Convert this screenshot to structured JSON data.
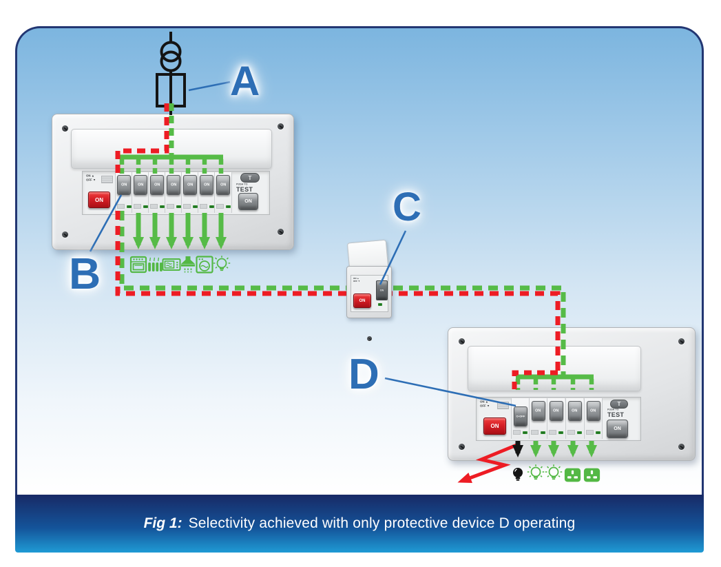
{
  "figure": {
    "caption_label": "Fig 1:",
    "caption_text": "Selectivity achieved with only protective device D operating"
  },
  "device_labels": {
    "a": "A",
    "b": "B",
    "c": "C",
    "d": "D"
  },
  "colors": {
    "circuit_green": "#56bb47",
    "fault_red": "#ed1c24",
    "device_label_blue": "#2d6eb5",
    "caption_bar_top": "#182a66",
    "caption_bar_bottom": "#1f9bd5",
    "sky_card_blue": "#7cb5df"
  },
  "unit_b": {
    "switch_up_label": "ON ▲",
    "switch_down_label": "OFF ▼",
    "main_switch": "ON",
    "breakers": [
      "ON",
      "ON",
      "ON",
      "ON",
      "ON",
      "ON",
      "ON"
    ],
    "test_button": "T",
    "push_to": "PUSH TO",
    "test": "TEST",
    "rcd_switch": "ON",
    "loads": [
      "oven",
      "radiator",
      "microwave",
      "extractor-hood",
      "washing-machine",
      "lightbulb"
    ]
  },
  "unit_c": {
    "switch_up_label": "ON ▲",
    "switch_down_label": "OFF ▼",
    "main_switch": "ON",
    "breaker": "ON"
  },
  "unit_d": {
    "switch_up_label": "ON ▲",
    "switch_down_label": "OFF ▼",
    "main_switch": "ON",
    "breakers": [
      "O-OFF",
      "ON",
      "ON",
      "ON",
      "ON"
    ],
    "test_button": "T",
    "push_to": "PUSH TO",
    "test": "TEST",
    "rcd_switch": "ON",
    "loads": [
      "lightbulb-off",
      "lightbulb",
      "lightbulb",
      "socket",
      "socket"
    ]
  }
}
